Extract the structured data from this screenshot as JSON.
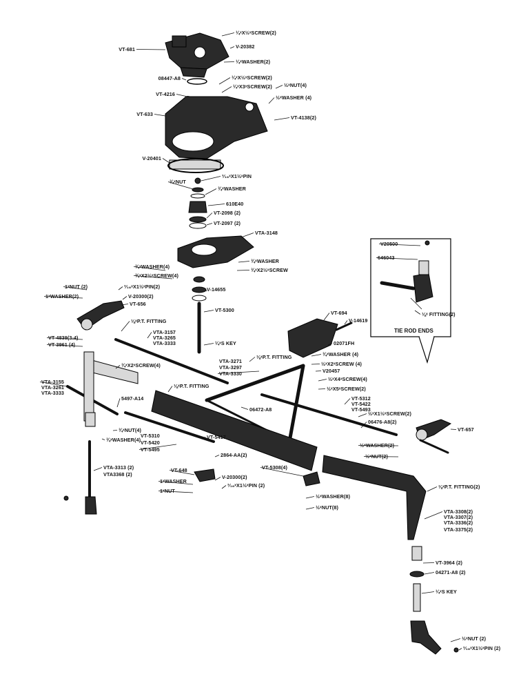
{
  "labels": {
    "vt681": "VT-681",
    "screw_top": "¼ˣX½ˣSCREW(2)",
    "v20382": "V-20382",
    "washer2_top": "¼ˣWASHER(2)",
    "p08447a8": "08447-A8",
    "screw_b": "¼ˣX½ˣSCREW(2)",
    "screw_c": "¼ˣX3ˣSCREW(2)",
    "nut4": "½ˣNUT(4)",
    "vt4216": "VT-4216",
    "washer4_top": "½ˣWASHER (4)",
    "vt633": "VT-633",
    "vt4138": "VT-4138(2)",
    "v20401": "V-20401",
    "pin_a": "³⁄₁₆ˣX1½ˣPIN",
    "nut_a": "¾ˣNUT",
    "washer_a": "¾ˣWASHER",
    "p610e40": "610E40",
    "vt2098": "VT-2098 (2)",
    "vt2097": "VT-2097 (2)",
    "vta3148": "VTA-3148",
    "washer4_mid": "¾ˣWASHER(4)",
    "screw4_mid": "¾ˣX2½ˣSCREW(4)",
    "washer_b": "¾ˣWASHER",
    "screw_d": "¾ˣX2½ˣSCREW",
    "nut1": "1ˣNUT (2)",
    "washer1": "1ˣWASHER(2)",
    "pin2_a": "³⁄₁₆ˣX1½ˣPIN(2)",
    "v20300_a": "V-20300(2)",
    "v14655": "V-14655",
    "vt656": "VT-656",
    "vt5300": "VT-5300",
    "pt_fitting_a": "⅛ˣP.T. FITTING",
    "vt4839": "VT-4839(3-4)",
    "vt3961": "VT-3961 (4)",
    "vta3157": "VTA-3157",
    "vta3265": "VTA-3265",
    "vta3333_a": "VTA-3333",
    "key_a": "¼ˣS KEY",
    "vt694": "VT-694",
    "v14619": "V-14619",
    "p02071fh": "02071FH",
    "pt_fitting_b": "⅛ˣP.T. FITTING",
    "washer4_r": "¾ˣWASHER (4)",
    "screw4_r": "½ˣX2ˣSCREW (4)",
    "v20457": "V20457",
    "vta3271": "VTA-3271",
    "vta3297": "VTA-3297",
    "vta3330": "VTA-3330",
    "screw4_x2": "¾ˣX2ˣSCREW(4)",
    "vta3155": "VTA-3155",
    "vta3261": "VTA-3261",
    "vta3333_b": "VTA-3333",
    "pt_fitting_c": "⅛ˣP.T. FITTING",
    "screw4_x4": "½ˣX4ˣSCREW(4)",
    "screw2_x5": "½ˣX5ˣSCREW(2)",
    "p5497a14": "5497-A14",
    "p06472a8": "06472-A8",
    "vt5312": "VT-5312",
    "vt5422": "VT-5422",
    "vt5493": "VT-5493",
    "screw2_x1": "½ˣX1½ˣSCREW(2)",
    "p06476a8": "06476-A8(2)",
    "nut4_l": "¾ˣNUT(4)",
    "vt5310": "VT-5310",
    "vt5420": "VT-5420",
    "vt5495": "VT-5495",
    "washer4_l": "¾ˣWASHER(4)",
    "vt5417": "VT-5417",
    "vt657": "VT-657",
    "washer2_r": "½ˣWASHER(2)",
    "p2864aa": "2864-AA(2)",
    "nut2_r": "½ˣNUT(2)",
    "vt5308": "VT-5308(4)",
    "vta3313": "VTA-3313 (2)",
    "vta3368": "VTA3368 (2)",
    "vt648": "VT-648",
    "washer1_b": "1ˣWASHER",
    "nut1_b": "1ˣNUT",
    "v20300_b": "V-20300(2)",
    "pin2_b": "³⁄₁₆ˣX1½ˣPIN (2)",
    "washer8": "½ˣWASHER(8)",
    "nut8": "½ˣNUT(8)",
    "pt_fitting_d": "⅛ˣP.T. FITTING(2)",
    "vta3308": "VTA-3308(2)",
    "vta3307": "VTA-3307(2)",
    "vta3336": "VTA-3336(2)",
    "vta3375": "VTA-3375(2)",
    "vt3964": "VT-3964 (2)",
    "p04271a8": "04271-A8 (2)",
    "key_b": "¼ˣS KEY",
    "nut2_b": "½ˣNUT (2)",
    "pin2_c": "³⁄₁₆ˣX1½ˣPIN (2)"
  },
  "inset": {
    "v20500": "V20500",
    "p646043": "646043",
    "fitting": "⅛ˣ FITTING(2)",
    "title": "TIE ROD ENDS"
  }
}
